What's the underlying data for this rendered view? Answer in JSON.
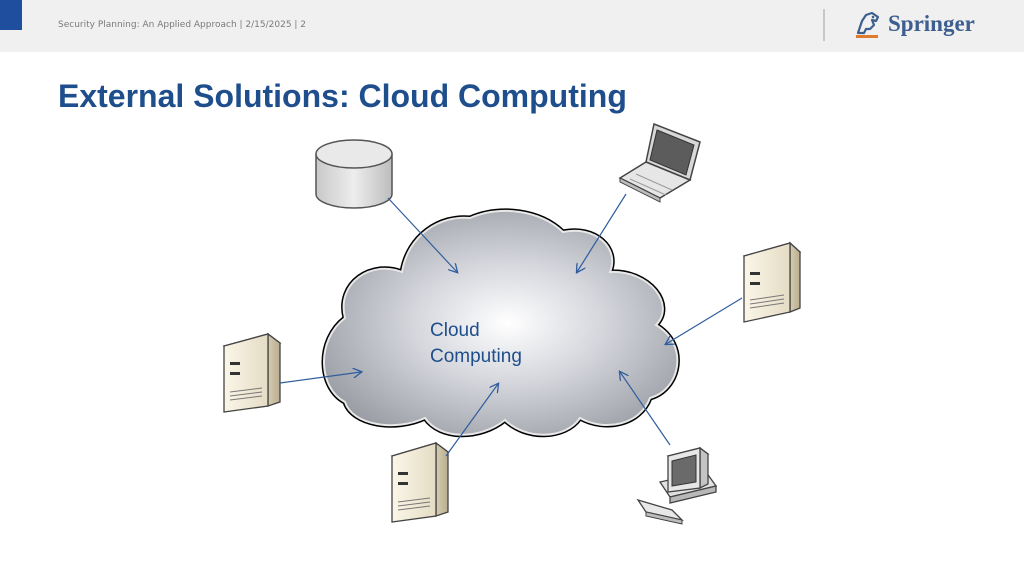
{
  "header": {
    "footer_text": "Security Planning: An Applied Approach | 2/15/2025 | 2",
    "publisher": "Springer"
  },
  "slide": {
    "title": "External Solutions: Cloud Computing"
  },
  "diagram": {
    "cloud_label_line1": "Cloud",
    "cloud_label_line2": "Computing",
    "nodes": [
      "database",
      "laptop",
      "server-right",
      "server-left",
      "server-bottom",
      "desktop-computer"
    ]
  },
  "colors": {
    "title": "#1f4e8c",
    "accent": "#1f4e9e",
    "header_bg": "#f0f0f0",
    "arrow": "#2f5d9e"
  }
}
